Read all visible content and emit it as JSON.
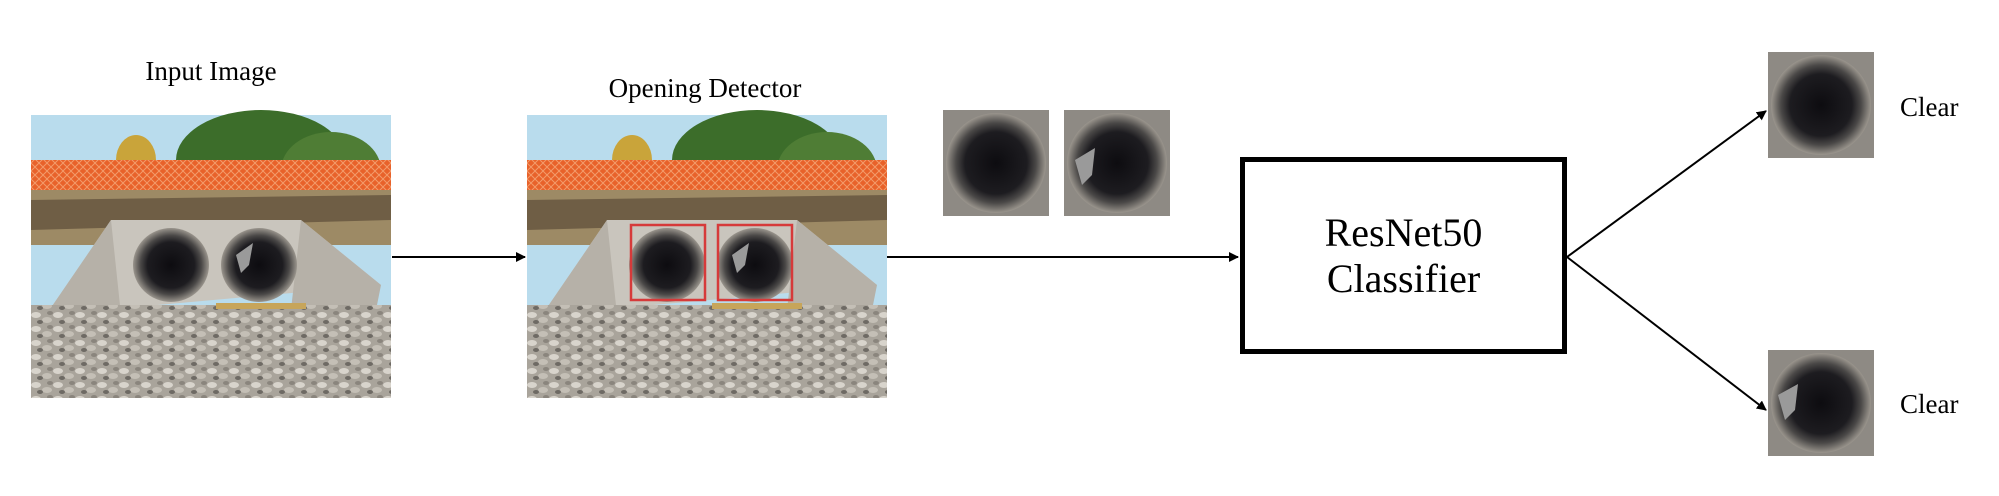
{
  "input": {
    "label": "Input Image"
  },
  "detector": {
    "label": "Opening Detector"
  },
  "classifier": {
    "line1": "ResNet50",
    "line2": "Classifier"
  },
  "results": [
    {
      "label": "Clear"
    },
    {
      "label": "Clear"
    }
  ],
  "colors": {
    "sky": "#b9dced",
    "fence": "#e8622a",
    "tree": "#3c6d2a",
    "concrete": "#c9c5bd",
    "culvert_dark": "#1b1a1d",
    "gravel": "#a9a49b",
    "detection_box": "#d63a3a"
  }
}
